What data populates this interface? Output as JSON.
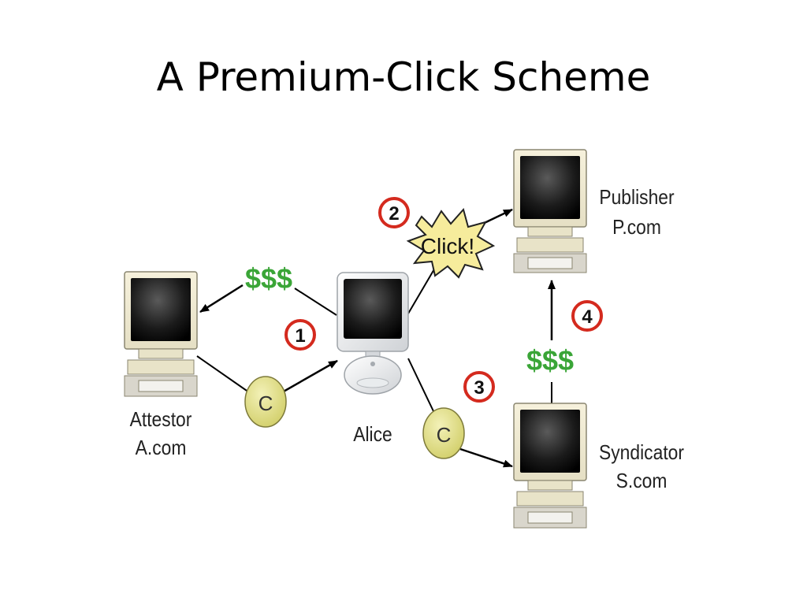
{
  "slide": {
    "title": "A Premium-Click Scheme"
  },
  "nodes": {
    "attestor": {
      "line1": "Attestor",
      "line2": "A.com"
    },
    "alice": {
      "label": "Alice"
    },
    "publisher": {
      "line1": "Publisher",
      "line2": "P.com"
    },
    "syndicator": {
      "line1": "Syndicator",
      "line2": "S.com"
    }
  },
  "steps": [
    "1",
    "2",
    "3",
    "4"
  ],
  "tokens": {
    "coupon": "C",
    "payment": "$$$",
    "click": "Click!"
  },
  "colors": {
    "step_ring": "#d42a1e",
    "money": "#3aa537",
    "coupon_fill": "#e2e08a",
    "click_fill": "#f6ec9c"
  }
}
